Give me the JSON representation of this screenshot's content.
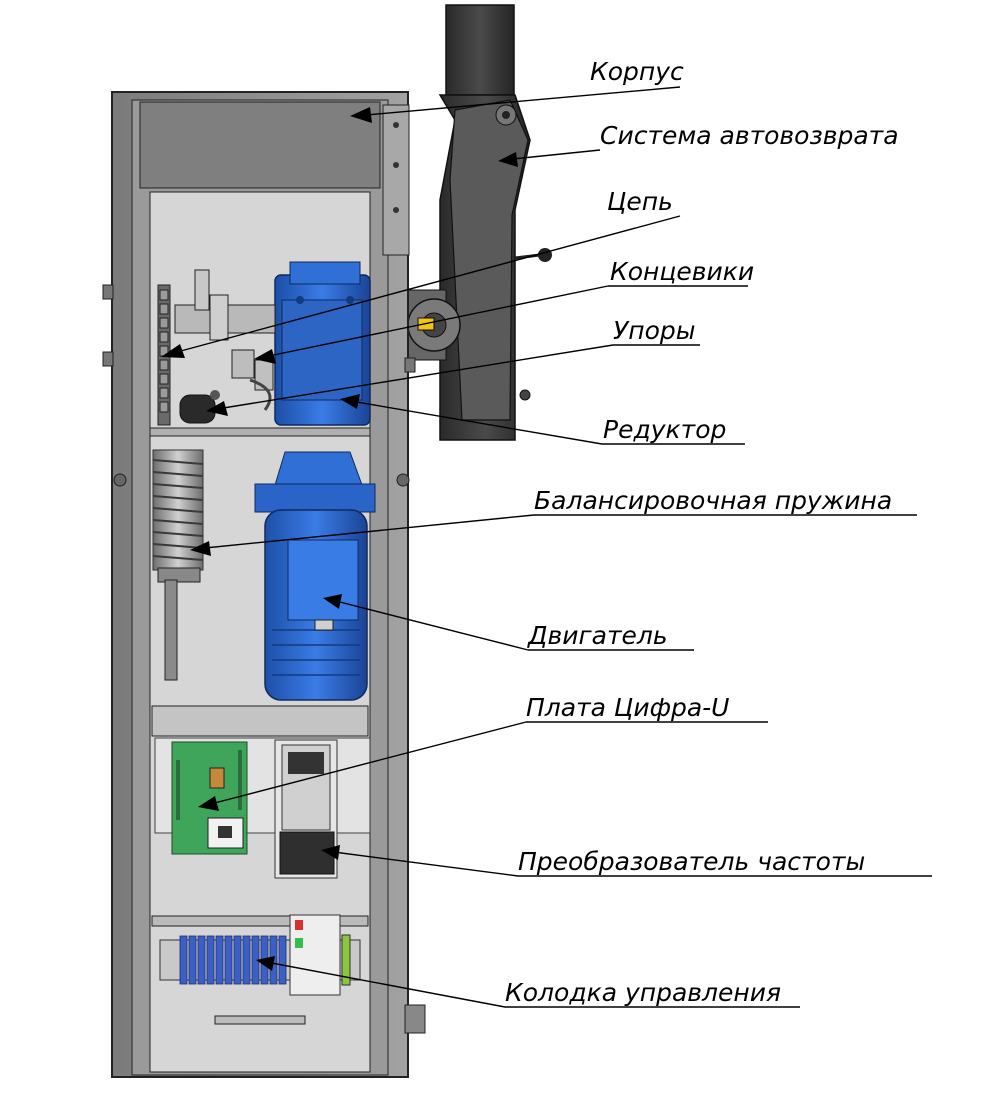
{
  "labels": {
    "korpus": "Корпус",
    "sistema": "Система автовозврата",
    "cep": "Цепь",
    "koncevik": "Концевики",
    "upory": "Упоры",
    "reduktor": "Редуктор",
    "pruzhina": "Балансировочная пружина",
    "dvigatel": "Двигатель",
    "plata": "Плата Цифра-U",
    "preobr": "Преобразователь частоты",
    "kolodka": "Колодка управления"
  },
  "colors": {
    "motor_blue": "#2f6fd6",
    "cabinet_gray": "#8a8a8a",
    "panel_light": "#d9d9d9",
    "boom_dark": "#3a3a3a",
    "pcb_green": "#3fa55a",
    "terminal_blue": "#3d5fc4"
  },
  "icons": [
    "barrier-cabinet-illustration"
  ]
}
